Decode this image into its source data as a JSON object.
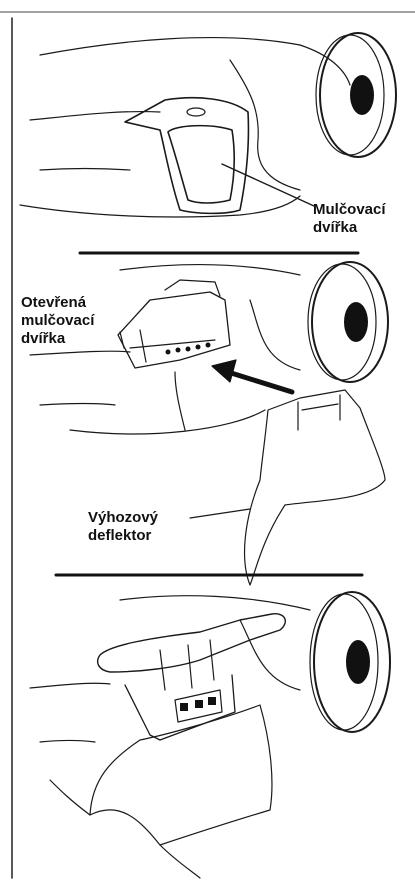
{
  "labels": {
    "mulching_door": [
      "Mulčovací",
      "dvířka"
    ],
    "open_mulching_door": [
      "Otevřená",
      "mulčovací",
      "dvířka"
    ],
    "discharge_deflector": [
      "Výhozový",
      "deflektor"
    ]
  }
}
